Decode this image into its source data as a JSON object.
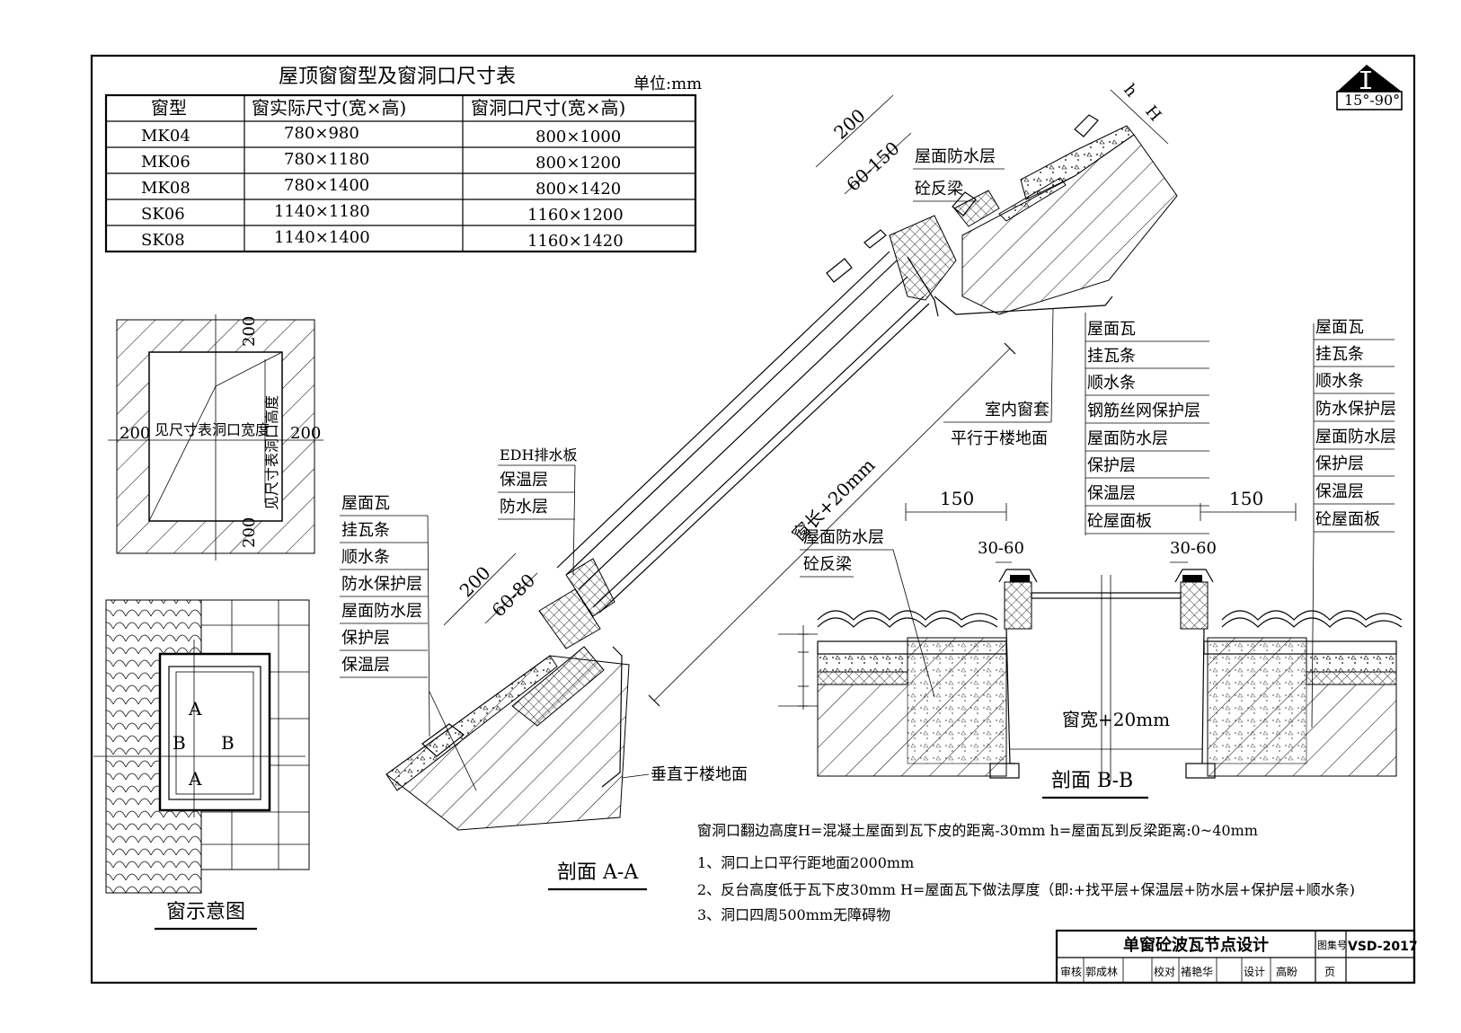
{
  "table": {
    "title": "屋顶窗窗型及窗洞口尺寸表",
    "unit": "单位:mm",
    "headers": [
      "窗型",
      "窗实际尺寸(宽×高)",
      "窗洞口尺寸(宽×高)"
    ],
    "rows": [
      [
        "MK04",
        "780×980",
        "800×1000"
      ],
      [
        "MK06",
        "780×1180",
        "800×1200"
      ],
      [
        "MK08",
        "780×1400",
        "800×1420"
      ],
      [
        "SK06",
        "1140×1180",
        "1160×1200"
      ],
      [
        "SK08",
        "1140×1400",
        "1160×1420"
      ]
    ]
  },
  "slope_badge": "15°-90°",
  "opening_plan": {
    "dim_left": "200",
    "dim_right": "200",
    "dim_top": "200",
    "dim_bottom": "200",
    "width_note": "见尺寸表洞口宽度",
    "height_note": "见尺寸表洞口高度"
  },
  "window_diagram": {
    "marks": [
      "A",
      "B",
      "B",
      "A"
    ],
    "caption": "窗示意图"
  },
  "section_aa": {
    "top_dims": [
      "200",
      "60-150"
    ],
    "top_labels": [
      "屋面防水层",
      "砼反梁"
    ],
    "dim_h_small": "h",
    "dim_h_big": "H",
    "upper_layers": [
      "屋面瓦",
      "挂瓦条",
      "顺水条",
      "钢筋丝网保护层",
      "屋面防水层",
      "保护层",
      "保温层",
      "砼屋面板"
    ],
    "inner_labels": [
      "室内窗套",
      "平行于楼地面"
    ],
    "flashing_labels": [
      "EDH排水板",
      "保温层",
      "防水层"
    ],
    "lower_layers": [
      "屋面瓦",
      "挂瓦条",
      "顺水条",
      "防水保护层",
      "屋面防水层",
      "保护层",
      "保温层"
    ],
    "lower_dims": [
      "200",
      "60-80"
    ],
    "diag_dim": "窗长+20mm",
    "perp_label": "垂直于楼地面",
    "caption": "剖面 A-A"
  },
  "section_bb": {
    "dims": [
      "150",
      "150",
      "30-60",
      "30-60"
    ],
    "labels": [
      "屋面防水层",
      "砼反梁"
    ],
    "width_dim": "窗宽+20mm",
    "right_layers": [
      "屋面瓦",
      "挂瓦条",
      "顺水条",
      "防水保护层",
      "屋面防水层",
      "保护层",
      "保温层",
      "砼屋面板"
    ],
    "caption": "剖面 B-B"
  },
  "notes": {
    "formula": "窗洞口翻边高度H=混凝土屋面到瓦下皮的距离-30mm h=屋面瓦到反梁距离:0~40mm",
    "items": [
      "1、洞口上口平行距地面2000mm",
      "2、反台高度低于瓦下皮30mm H=屋面瓦下做法厚度（即:+找平层+保温层+防水层+保护层+顺水条)",
      "3、洞口四周500mm无障碍物"
    ]
  },
  "title_block": {
    "title": "单窗砼波瓦节点设计",
    "atlas_label": "图集号",
    "atlas_no": "VSD-2017",
    "review_label": "审核",
    "reviewer": "郭成林",
    "check_label": "校对",
    "checker": "褚艳华",
    "design_label": "设计",
    "designer": "高盼",
    "page_label": "页"
  }
}
